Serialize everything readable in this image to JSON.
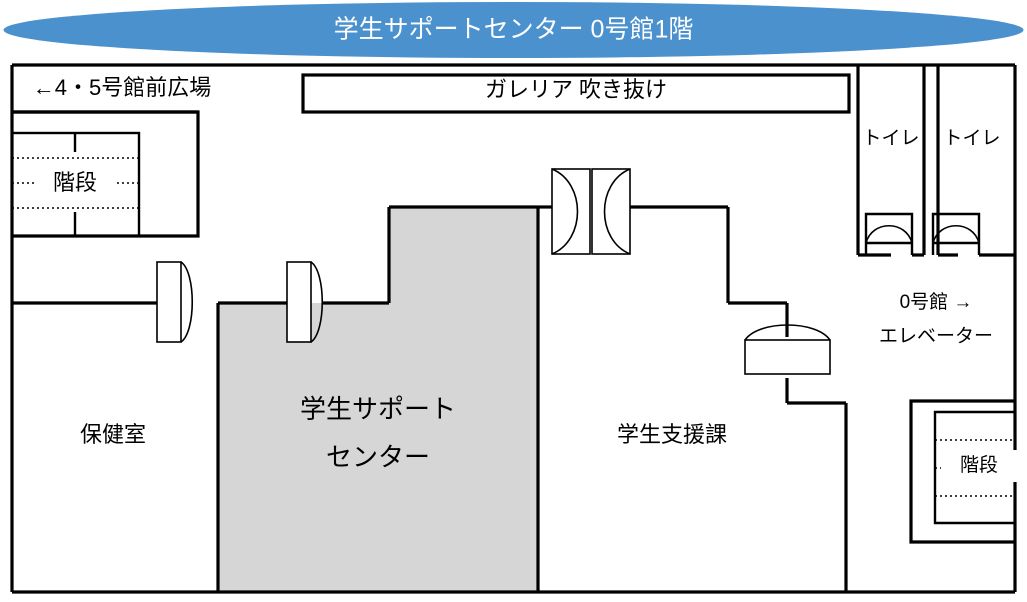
{
  "banner": {
    "title": "学生サポートセンター  0号館1階",
    "fill_color": "#4a91ce",
    "text_color": "#ffffff"
  },
  "plan": {
    "outline_color": "#000000",
    "highlight_room_color": "#d6d6d6",
    "background_color": "#ffffff"
  },
  "rooms": {
    "plaza_label": "←4・5号館前広場",
    "stairs_left_label": "階段",
    "galleria_label": "ガレリア  吹き抜け",
    "toilet_left_label": "トイレ",
    "toilet_right_label": "トイレ",
    "elevator_label_line1": "0号館  →",
    "elevator_label_line2": "エレベーター",
    "health_room_label": "保健室",
    "support_center_label_line1": "学生サポート",
    "support_center_label_line2": "センター",
    "student_affairs_label": "学生支援課",
    "stairs_right_label": "階段"
  }
}
